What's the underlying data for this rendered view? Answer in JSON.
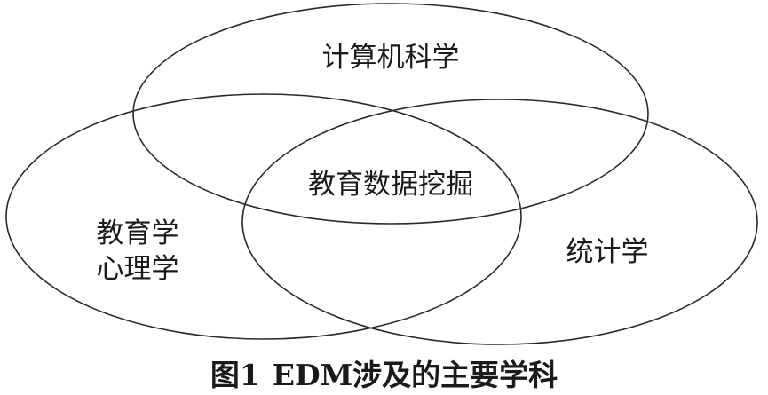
{
  "diagram": {
    "sets": [
      {
        "id": "cs",
        "label": "计算机科学"
      },
      {
        "id": "edu",
        "label": "教育学",
        "label_line2": "心理学"
      },
      {
        "id": "stats",
        "label": "统计学"
      }
    ],
    "intersection": {
      "label": "教育数据挖掘"
    }
  },
  "caption": {
    "figure": "图1",
    "text": "EDM涉及的主要学科"
  }
}
